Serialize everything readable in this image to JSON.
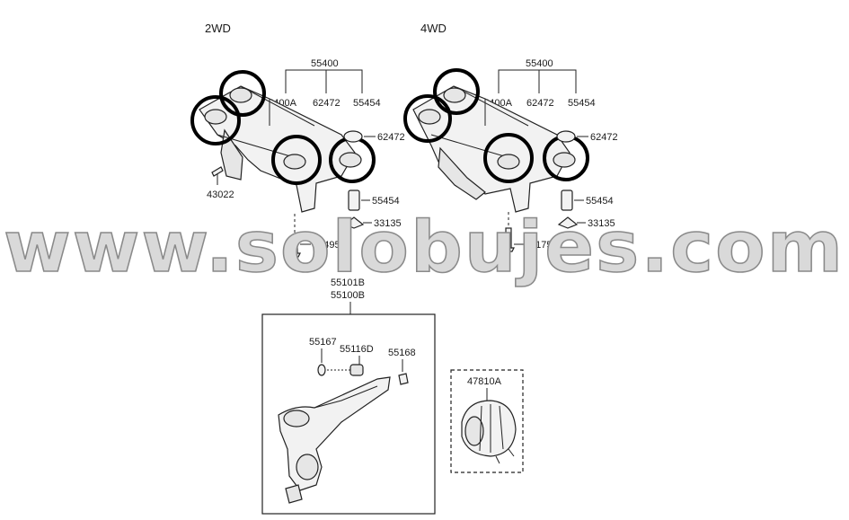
{
  "sections": {
    "left_title": "2WD",
    "right_title": "4WD"
  },
  "left_labels": {
    "crossmember": "55400",
    "sub_a": "55400A",
    "sub_b": "62472",
    "sub_c": "55454",
    "side_62472": "62472",
    "bolt": "43022",
    "sleeve": "55454",
    "washer": "33135",
    "long_bolt": "55495"
  },
  "right_labels": {
    "crossmember": "55400",
    "sub_a": "55400A",
    "sub_b": "62472",
    "sub_c": "55454",
    "side_62472": "62472",
    "sleeve": "55454",
    "washer": "33135",
    "long_bolt": "51759"
  },
  "arm_labels": {
    "line1": "55101B",
    "line2": "55100B",
    "p1": "55167",
    "p2": "55116D",
    "p3": "55168"
  },
  "diff_label": "47810A",
  "watermark": "www.solobujes.com"
}
